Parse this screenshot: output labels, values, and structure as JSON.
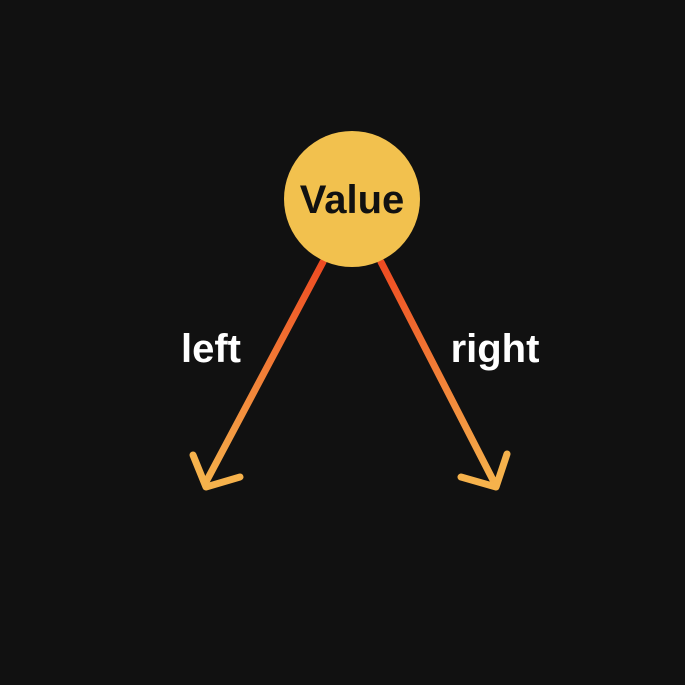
{
  "node": {
    "label": "Value",
    "color": "#f2c14e"
  },
  "edges": {
    "left_label": "left",
    "right_label": "right",
    "gradient_start": "#ee4b22",
    "gradient_end": "#f6b24c"
  },
  "background": "#111111"
}
